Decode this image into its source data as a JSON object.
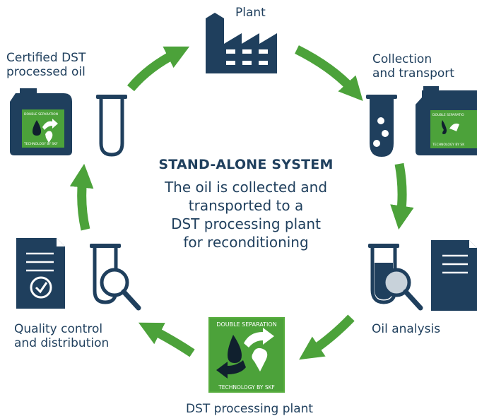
{
  "labels": {
    "plant": "Plant",
    "collection": [
      "Collection",
      "and transport"
    ],
    "oil_analysis": "Oil analysis",
    "dst_plant": "DST processing plant",
    "quality": [
      "Quality control",
      "and distribution"
    ],
    "certified": [
      "Certified DST",
      "processed oil"
    ]
  },
  "center": {
    "title": "STAND-ALONE SYSTEM",
    "lines": [
      "The oil is collected and",
      "transported to a",
      "DST processing plant",
      "for reconditioning"
    ]
  },
  "badge": {
    "top": "DOUBLE SEPARATION",
    "bottom": "TECHNOLOGY BY SKF"
  },
  "small_badge": {
    "left_top": "DOUBLE SEPARATION",
    "left_bottom": "TECHNOLOGY BY SKF",
    "right_top": "DOUBLE SEPARATIO",
    "right_bottom": "TECHNOLOGY BY SK"
  },
  "colors": {
    "navy": "#1f3f5d",
    "green": "#4ca23a",
    "light_green": "#5fb63f",
    "drop_grey": "#c8d2da"
  }
}
